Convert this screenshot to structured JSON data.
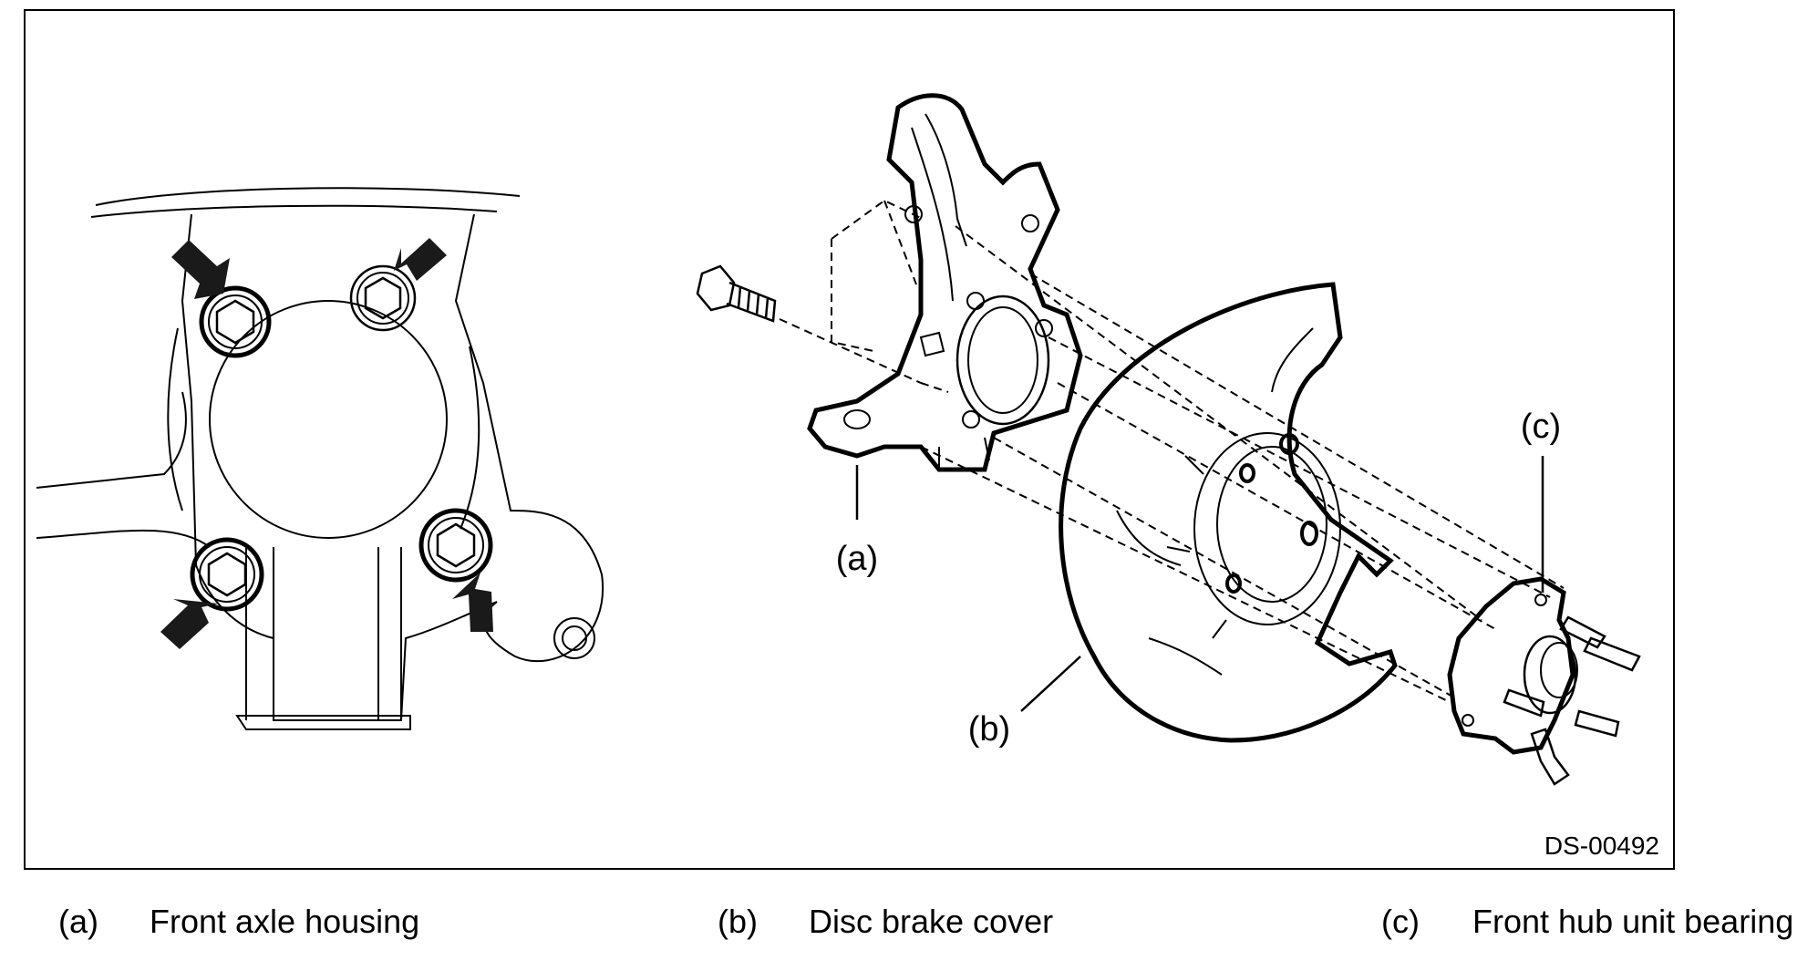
{
  "figure": {
    "id": "DS-00492",
    "callouts": {
      "a": "(a)",
      "b": "(b)",
      "c": "(c)"
    }
  },
  "legend": [
    {
      "key": "(a)",
      "text": "Front axle housing"
    },
    {
      "key": "(b)",
      "text": "Disc brake cover"
    },
    {
      "key": "(c)",
      "text": "Front hub unit bearing"
    }
  ]
}
